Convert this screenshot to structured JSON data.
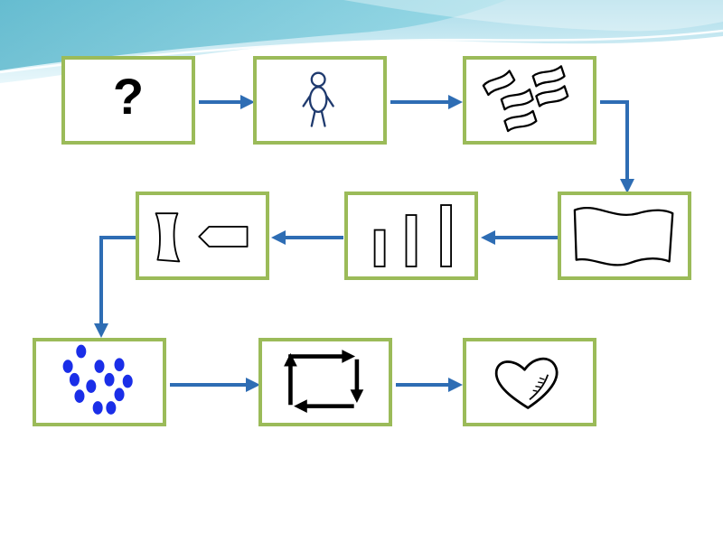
{
  "slide": {
    "title": "",
    "colors": {
      "box_border": "#9bbb59",
      "arrow": "#2e6db4",
      "header_wave_light": "#c9ecf5",
      "header_wave_teal": "#5bbfd1",
      "dots": "#1a2ee8",
      "figure": "#1f3a6e"
    }
  },
  "flow": {
    "steps": [
      {
        "id": 1,
        "icon": "question-mark-icon",
        "text": "?"
      },
      {
        "id": 2,
        "icon": "stick-figure-icon"
      },
      {
        "id": 3,
        "icon": "scattered-papers-icon"
      },
      {
        "id": 4,
        "icon": "waving-flag-icon"
      },
      {
        "id": 5,
        "icon": "bar-columns-icon"
      },
      {
        "id": 6,
        "icon": "pencil-shape-icon"
      },
      {
        "id": 7,
        "icon": "blue-dots-icon"
      },
      {
        "id": 8,
        "icon": "cycle-arrows-icon"
      },
      {
        "id": 9,
        "icon": "heart-icon"
      }
    ],
    "connections": [
      [
        1,
        2
      ],
      [
        2,
        3
      ],
      [
        3,
        4
      ],
      [
        4,
        5
      ],
      [
        5,
        6
      ],
      [
        6,
        7
      ],
      [
        7,
        8
      ],
      [
        8,
        9
      ]
    ]
  }
}
